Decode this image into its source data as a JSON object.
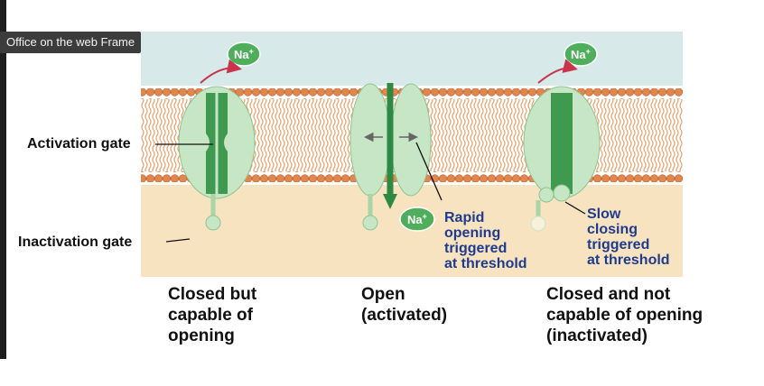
{
  "frame": {
    "title": "Office on the web Frame"
  },
  "diagram": {
    "ion_labels": [
      "Na+",
      "Na+",
      "Na+"
    ],
    "left_labels": {
      "activation_gate": "Activation gate",
      "inactivation_gate": "Inactivation gate"
    },
    "notes": {
      "rapid": [
        "Rapid",
        "opening",
        "triggered",
        "at threshold"
      ],
      "slow": [
        "Slow",
        "closing",
        "triggered",
        "at threshold"
      ]
    },
    "states": [
      {
        "lines": [
          "Closed but",
          "capable of",
          "opening"
        ]
      },
      {
        "lines": [
          "Open",
          "(activated)"
        ]
      },
      {
        "lines": [
          "Closed and not",
          "capable of opening",
          "(inactivated)"
        ]
      }
    ],
    "colors": {
      "extracellular": "#d7e9e8",
      "intracellular": "#f8e3c1",
      "lipid_head": "#e1874e",
      "channel": "#c7e6c5",
      "channel_core": "#3f9a50",
      "arrow_red": "#c9334b",
      "note_blue": "#1f3b8c"
    }
  }
}
